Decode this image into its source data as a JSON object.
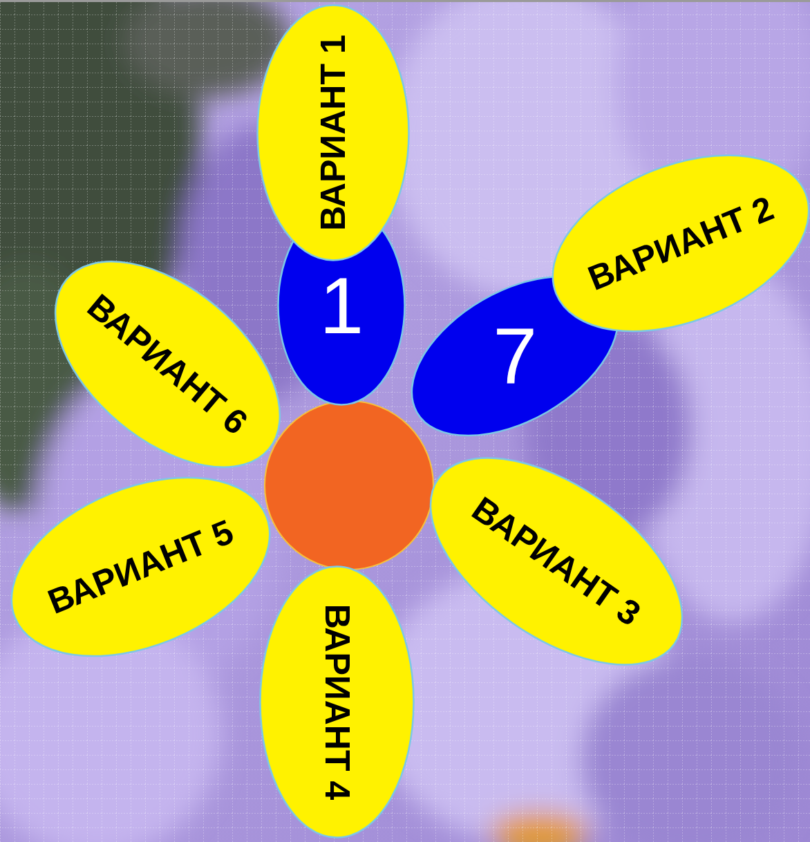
{
  "diagram": {
    "nodes": [
      {
        "text": [
          "ВАРИАНТ 1"
        ]
      },
      {
        "text": [
          "1"
        ]
      },
      {
        "text": [
          "ВАРИАНТ 2"
        ]
      },
      {
        "text": [
          "7"
        ]
      },
      {
        "text": [
          "ВАРИАНТ 3"
        ]
      },
      {
        "text": [
          "ВАРИАНТ 4"
        ]
      },
      {
        "text": [
          "ВАРИАНТ 5"
        ]
      },
      {
        "text": [
          "ВАРИАНТ 6"
        ]
      }
    ]
  }
}
